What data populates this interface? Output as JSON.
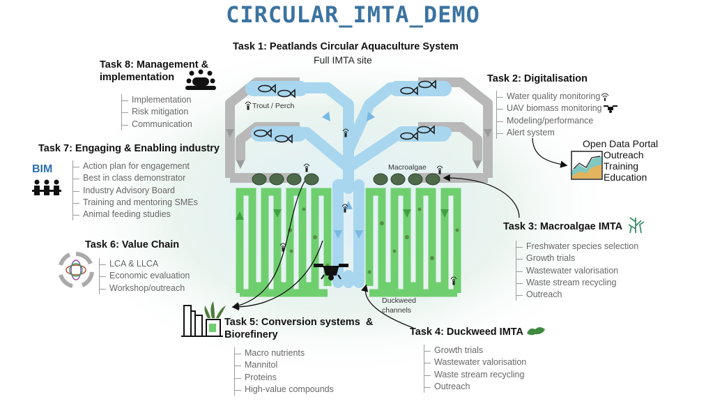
{
  "title": "CIRCULAR_IMTA_DEMO",
  "task1": {
    "title": "Task 1: Peatlands Circular Aquaculture System",
    "subtitle": "Full IMTA site"
  },
  "site_labels": {
    "trout": "Trout / Perch",
    "macroalgae": "Macroalgae",
    "duckweed": "Duckweed\nchannels"
  },
  "tasks": {
    "task2": {
      "title": "Task 2: Digitalisation",
      "items": [
        "Water quality monitoring",
        "UAV biomass monitoring",
        "Modeling/performance",
        "Alert system"
      ]
    },
    "task3": {
      "title": "Task 3: Macroalgae IMTA",
      "items": [
        "Freshwater species selection",
        "Growth trials",
        "Wastewater valorisation",
        "Waste stream recycling",
        "Outreach"
      ]
    },
    "task4": {
      "title": "Task 4: Duckweed IMTA",
      "items": [
        "Growth trials",
        "Wastewater valorisation",
        "Waste stream recycling",
        "Outreach"
      ]
    },
    "task5": {
      "title": "Task 5: Conversion systems  &\nBiorefinery",
      "items": [
        "Macro nutrients",
        "Mannitol",
        "Proteins",
        "High-value compounds"
      ]
    },
    "task6": {
      "title": "Task 6: Value Chain",
      "items": [
        "LCA & LLCA",
        "Economic evaluation",
        "Workshop/outreach"
      ]
    },
    "task7": {
      "title": "Task 7: Engaging & Enabling industry",
      "items": [
        "Action plan for engagement",
        "Best in class demonstrator",
        "Industry Advisory Board",
        "Training and mentoring SMEs",
        "Animal feeding studies"
      ]
    },
    "task8": {
      "title": "Task 8: Management &\nimplementation",
      "items": [
        "Implementation",
        "Risk mitigation",
        "Communication"
      ]
    }
  },
  "portal": {
    "title": "Open Data Portal",
    "lines": [
      "Outreach",
      "Training",
      "Education"
    ]
  },
  "bim_logo": "BIM",
  "colors": {
    "title": "#3b73a0",
    "water": "#a9d6ef",
    "channel_green": "#6fcf6f",
    "pipe_grey": "#b5b5b5",
    "glow_green": "#eaf5e6",
    "glow_blue": "#e6f2fa"
  }
}
